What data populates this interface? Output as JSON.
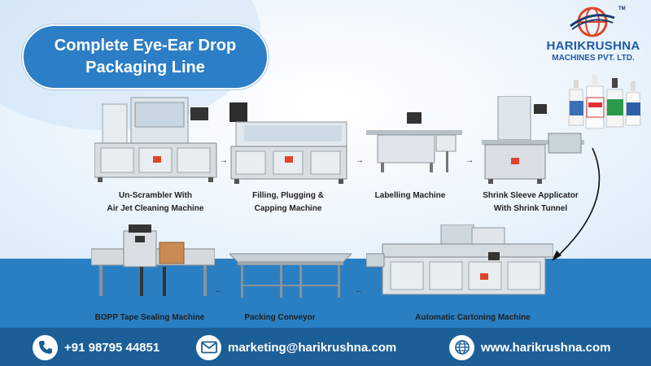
{
  "banner": {
    "title_line1": "Complete Eye-Ear Drop",
    "title_line2": "Packaging Line"
  },
  "brand": {
    "name": "HARIKRUSHNA",
    "subtitle": "MACHINES PVT. LTD.",
    "trademark": "TM",
    "colors": {
      "primary": "#1e5aa8",
      "accent": "#e0452a"
    }
  },
  "machines": [
    {
      "id": "unscrambler",
      "line1": "Un-Scrambler With",
      "line2": "Air Jet Cleaning Machine"
    },
    {
      "id": "filling",
      "line1": "Filling, Plugging &",
      "line2": "Capping Machine"
    },
    {
      "id": "labelling",
      "line1": "Labelling Machine",
      "line2": ""
    },
    {
      "id": "shrink",
      "line1": "Shrink Sleeve  Applicator",
      "line2": "With Shrink Tunnel"
    },
    {
      "id": "cartoning",
      "line1": "Automatic Cartoning Machine",
      "line2": ""
    },
    {
      "id": "conveyor",
      "line1": "Packing Conveyor",
      "line2": ""
    },
    {
      "id": "bopp",
      "line1": "BOPP Tape Sealing Machine",
      "line2": ""
    }
  ],
  "contacts": {
    "phone": {
      "icon": "phone-icon",
      "text": "+91 98795 44851"
    },
    "email": {
      "icon": "mail-icon",
      "text": "marketing@harikrushna.com"
    },
    "web": {
      "icon": "globe-icon",
      "text": "www.harikrushna.com"
    }
  },
  "colors": {
    "blue_band": "#2a7fc3",
    "blue_strip": "#1c5f98",
    "title_pill": "#2c7ec6"
  }
}
